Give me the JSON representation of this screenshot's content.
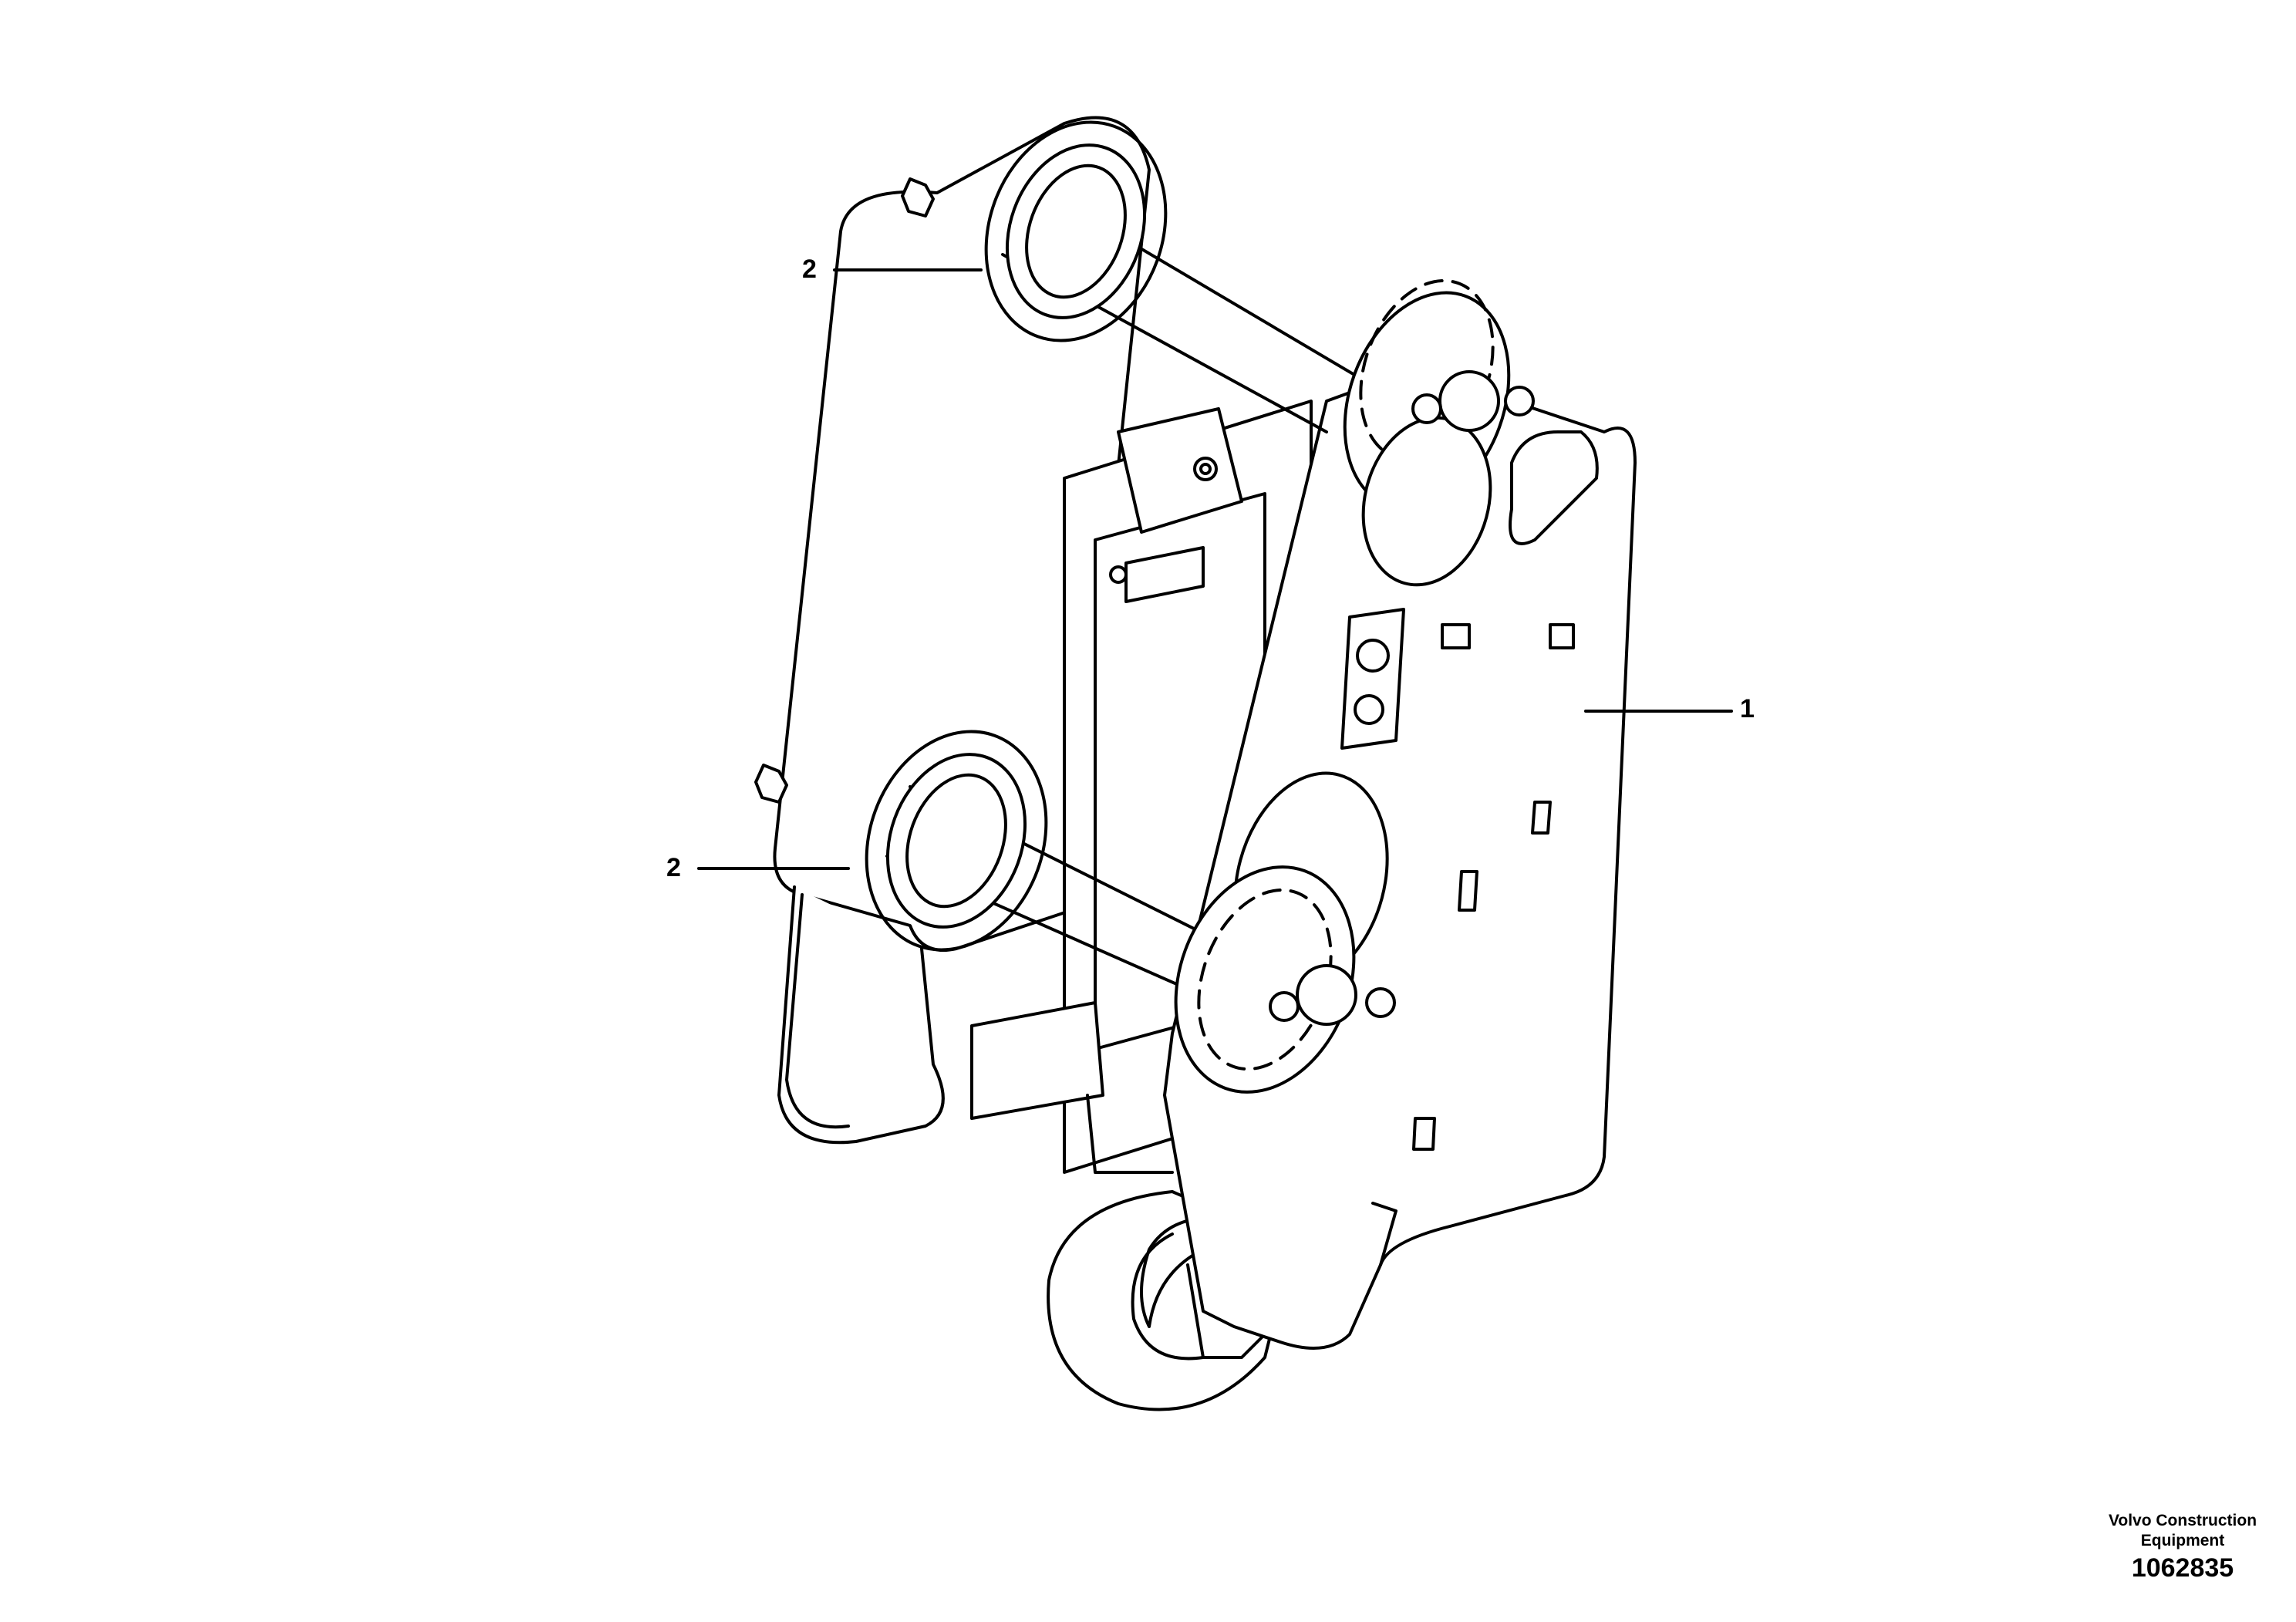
{
  "callouts": [
    {
      "id": "upper-pin-seal",
      "label": "2"
    },
    {
      "id": "lower-pin-seal",
      "label": "2"
    },
    {
      "id": "frame",
      "label": "1"
    }
  ],
  "manufacturer": {
    "line1": "Volvo Construction",
    "line2": "Equipment"
  },
  "part_number": "1062835",
  "colors": {
    "line": "#000000",
    "background": "#ffffff"
  }
}
